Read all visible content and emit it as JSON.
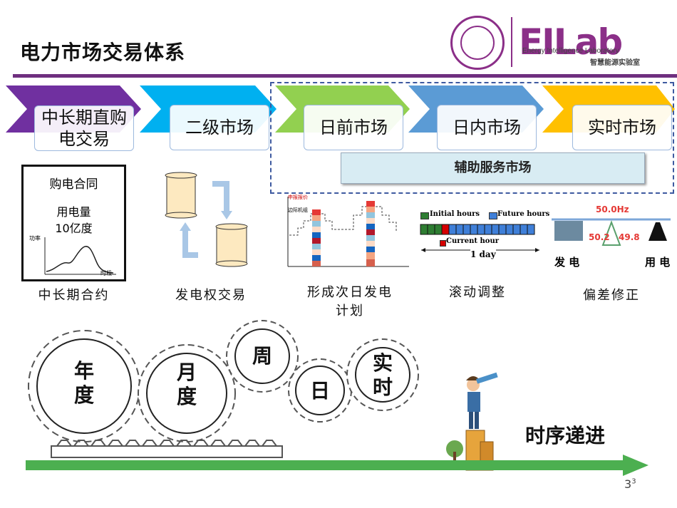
{
  "header": {
    "title": "电力市场交易体系",
    "logo_text": "EILab",
    "logo_subtitle": "Energy Intelligence Laboratory",
    "logo_subtitle_cn": "智慧能源实验室"
  },
  "markets": [
    {
      "label": "中长期直购电交易",
      "color": "#7030a0"
    },
    {
      "label": "二级市场",
      "color": "#00b0f0"
    },
    {
      "label": "日前市场",
      "color": "#92d050"
    },
    {
      "label": "日内市场",
      "color": "#5b9bd5"
    },
    {
      "label": "实时市场",
      "color": "#ffc000"
    }
  ],
  "aux_market": "辅助服务市场",
  "contract": {
    "title": "购电合同",
    "amount_label": "用电量",
    "amount_value": "10亿度",
    "y_axis": "功率",
    "x_axis": "时段"
  },
  "day_ahead_chart": {
    "label1": "申报报价",
    "label2": "边际机组"
  },
  "rolling": {
    "initial": "Initial hours",
    "future": "Future hours",
    "current": "Current hour",
    "span": "1 day"
  },
  "balance": {
    "freq": "50.0Hz",
    "left": "50.2",
    "right": "49.8",
    "gen": "发 电",
    "use": "用 电"
  },
  "captions": [
    "中长期合约",
    "发电权交易",
    "形成次日发电计划",
    "滚动调整",
    "偏差修正"
  ],
  "gears": [
    "年度",
    "月度",
    "周",
    "日",
    "实时"
  ],
  "progress_label": "时序递进",
  "page_number": "3",
  "page_number_sup": "3"
}
